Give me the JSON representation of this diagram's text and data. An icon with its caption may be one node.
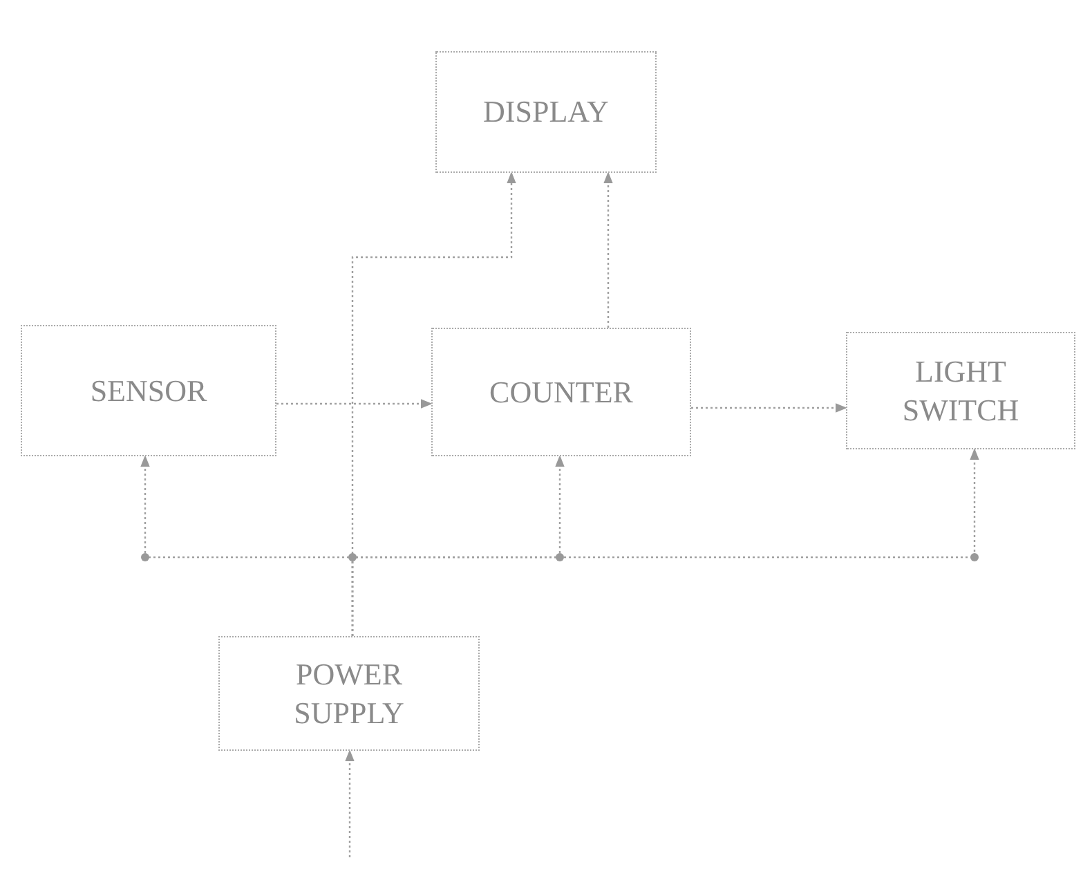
{
  "diagram": {
    "nodes": [
      {
        "text": [
          "DISPLAY"
        ]
      },
      {
        "text": [
          "SENSOR"
        ]
      },
      {
        "text": [
          "COUNTER"
        ]
      },
      {
        "text": [
          "LIGHT SWITCH"
        ]
      },
      {
        "text": [
          "POWER SUPPLY"
        ]
      }
    ],
    "edges": [
      {
        "from": 1,
        "to": 2,
        "arrow": "to"
      },
      {
        "from": 2,
        "to": 0,
        "arrow": "to"
      },
      {
        "from": 2,
        "to": 3,
        "arrow": "to"
      },
      {
        "from": 4,
        "to": 1,
        "arrow": "to"
      },
      {
        "from": 4,
        "to": 0,
        "arrow": "to"
      },
      {
        "from": 4,
        "to": 2,
        "arrow": "to"
      },
      {
        "from": 4,
        "to": 3,
        "arrow": "to"
      },
      {
        "from": null,
        "to": 4,
        "arrow": "to"
      }
    ]
  }
}
